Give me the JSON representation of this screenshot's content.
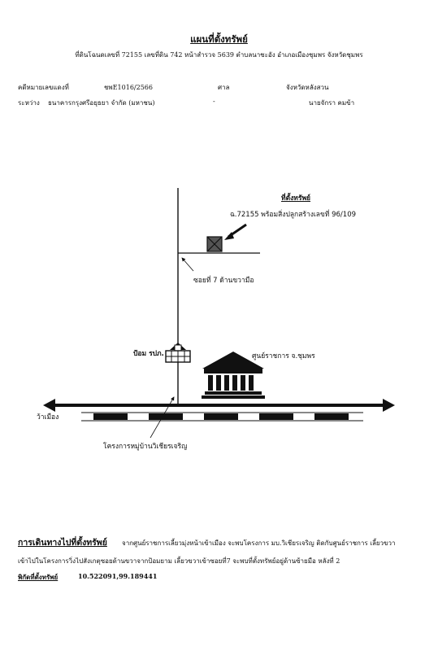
{
  "header": {
    "title": "แผนที่ตั้งทรัพย์",
    "subtitle": "ที่ดินโฉนดเลขที่ 72155 เลขที่ดิน 742 หน้าสำรวจ 5639 ตำบลนาชะอัง อำเภอเมืองชุมพร จังหวัดชุมพร"
  },
  "case": {
    "case_label": "คดีหมายเลขแดงที่",
    "case_number": "ชพE1016/2566",
    "court_label": "ศาล",
    "court_name": "จังหวัดหลังสวน",
    "between_label": "ระหว่าง",
    "plaintiff": "ธนาคารกรุงศรีอยุธยา จำกัด (มหาชน)",
    "separator": "-",
    "defendant": "นายจักรา คมข้า"
  },
  "map": {
    "property_heading": "ที่ตั้งทรัพย์",
    "property_desc": "ฉ.72155 พร้อมสิ่งปลูกสร้างเลขที่ 96/109",
    "soi_label": "ซอยที่ 7 ด้านขวามือ",
    "police_label": "ป้อม รปภ.",
    "govcenter_label": "ศูนย์ราชการ จ.ชุมพร",
    "city_label": "ว้าเมือง",
    "village_label": "โครงการหมู่บ้านวิเชียรเจริญ"
  },
  "footer": {
    "directions_label": "การเดินทางไปที่ตั้งทรัพย์",
    "directions_line1": "จากศูนย์ราชการเลี้ยวมุ่งหน้าเข้าเมือง จะพบโครงการ มบ.วิเชียรเจริญ ติดกับศูนย์ราชการ เลี้ยวขวา",
    "directions_line2": "เข้าไปในโครงการวิ่งไปสังเกตุซอยด้านขวาจากป้อมยาม เลี้ยวขวาเข้าซอยที่7 จะพบที่ตั้งทรัพย์อยู่ด้านซ้ายมือ หลังที่ 2",
    "coords_label": "พิกัดที่ตั้งทรัพย์",
    "coords_value": "10.522091,99.189441"
  }
}
